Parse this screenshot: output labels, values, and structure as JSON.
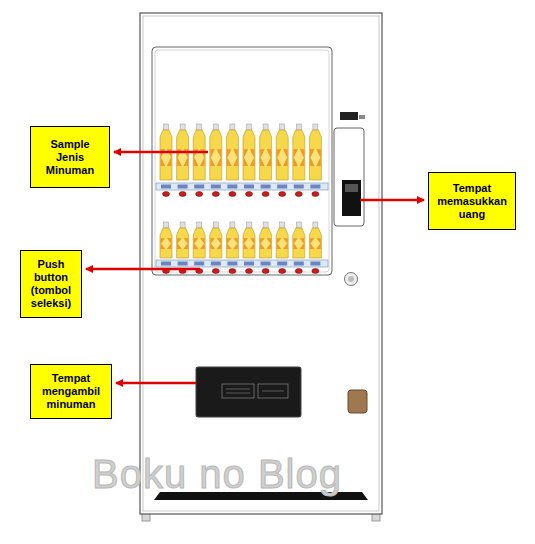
{
  "diagram": {
    "nodes": [
      {
        "text": [
          "Sample Jenis Minuman"
        ]
      },
      {
        "text": [
          "Tempat memasukkan uang"
        ]
      },
      {
        "text": [
          "Push button (tombol seleksi)"
        ]
      },
      {
        "text": [
          "Tempat mengambil minuman"
        ]
      }
    ],
    "labels": [
      "Boku no Blog"
    ]
  }
}
